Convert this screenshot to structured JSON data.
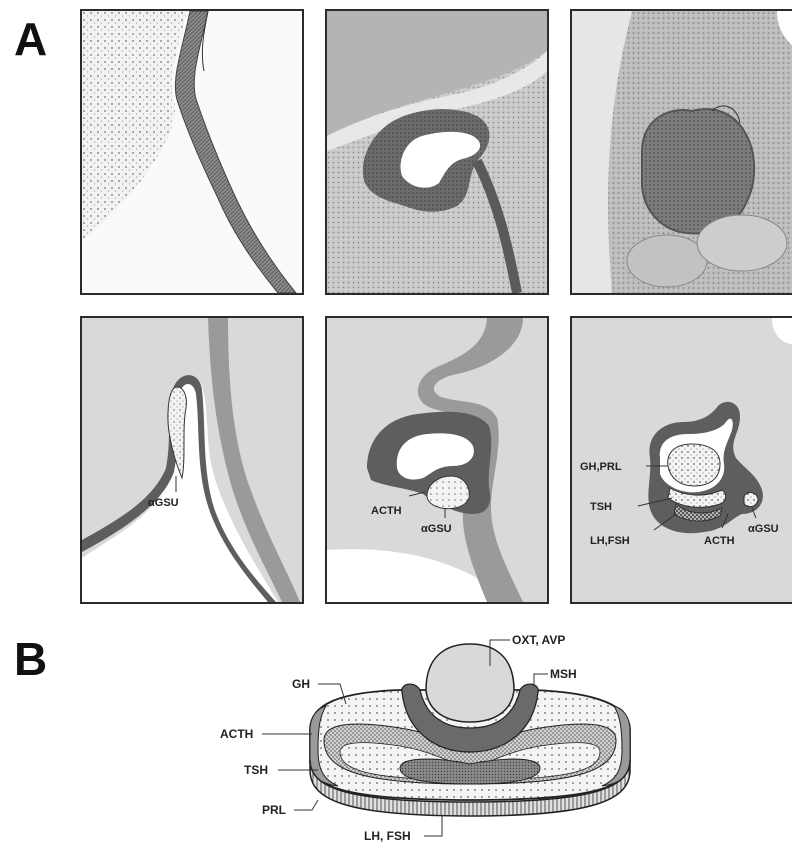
{
  "panels": {
    "A": {
      "letter": "A"
    },
    "B": {
      "letter": "B"
    }
  },
  "sketches": {
    "sketch1": {
      "labels": [
        "αGSU"
      ]
    },
    "sketch2": {
      "labels": [
        "ACTH",
        "αGSU"
      ]
    },
    "sketch3": {
      "labels": [
        "GH,PRL",
        "TSH",
        "LH,FSH",
        "ACTH",
        "αGSU"
      ]
    }
  },
  "diagramB": {
    "labels": {
      "oxt_avp": "OXT, AVP",
      "msh": "MSH",
      "gh": "GH",
      "acth": "ACTH",
      "tsh": "TSH",
      "prl": "PRL",
      "lh_fsh": "LH, FSH"
    }
  },
  "colors": {
    "dark_tissue": "#5e5e5e",
    "mid_tissue": "#9a9a9a",
    "light_bg": "#d9d9d9",
    "dotted_fill": "#efefef"
  }
}
